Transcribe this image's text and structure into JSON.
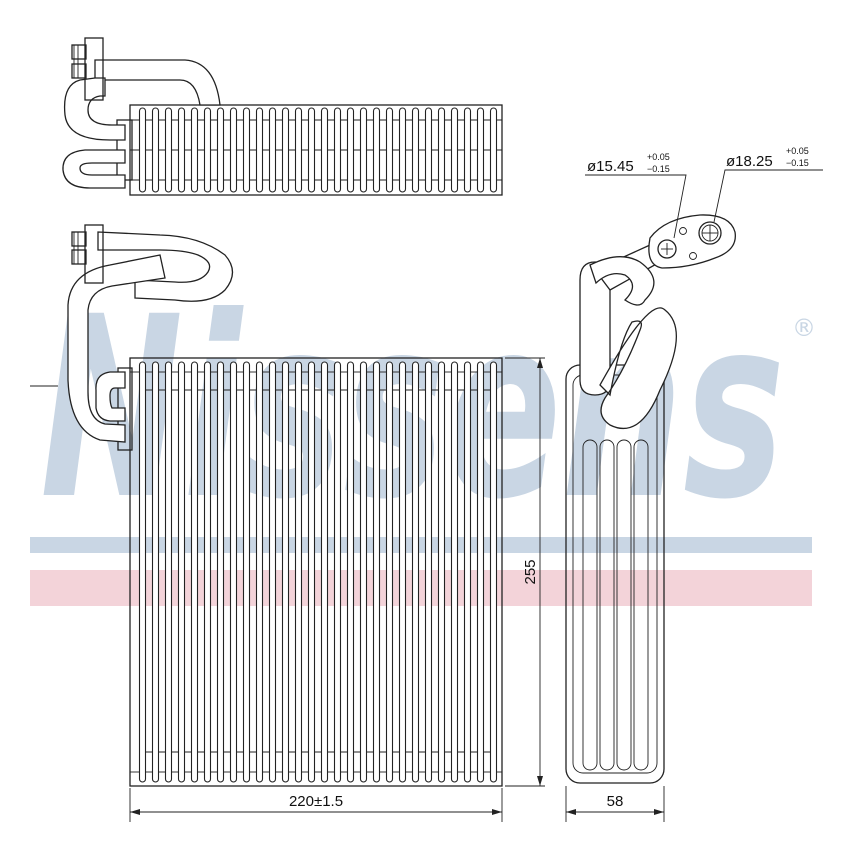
{
  "watermark": {
    "brand": "Nissens",
    "registered_mark": "®",
    "colors": {
      "blue_band": "#c9d6e4",
      "red_band": "#f3d3d9",
      "text": "#c9d6e4"
    }
  },
  "dimensions": {
    "width": "220±1.5",
    "height": "255",
    "depth": "58",
    "port_1": {
      "diameter": "ø15.45",
      "tol_plus": "+0.05",
      "tol_minus": "−0.15"
    },
    "port_2": {
      "diameter": "ø18.25",
      "tol_plus": "+0.05",
      "tol_minus": "−0.15"
    }
  }
}
